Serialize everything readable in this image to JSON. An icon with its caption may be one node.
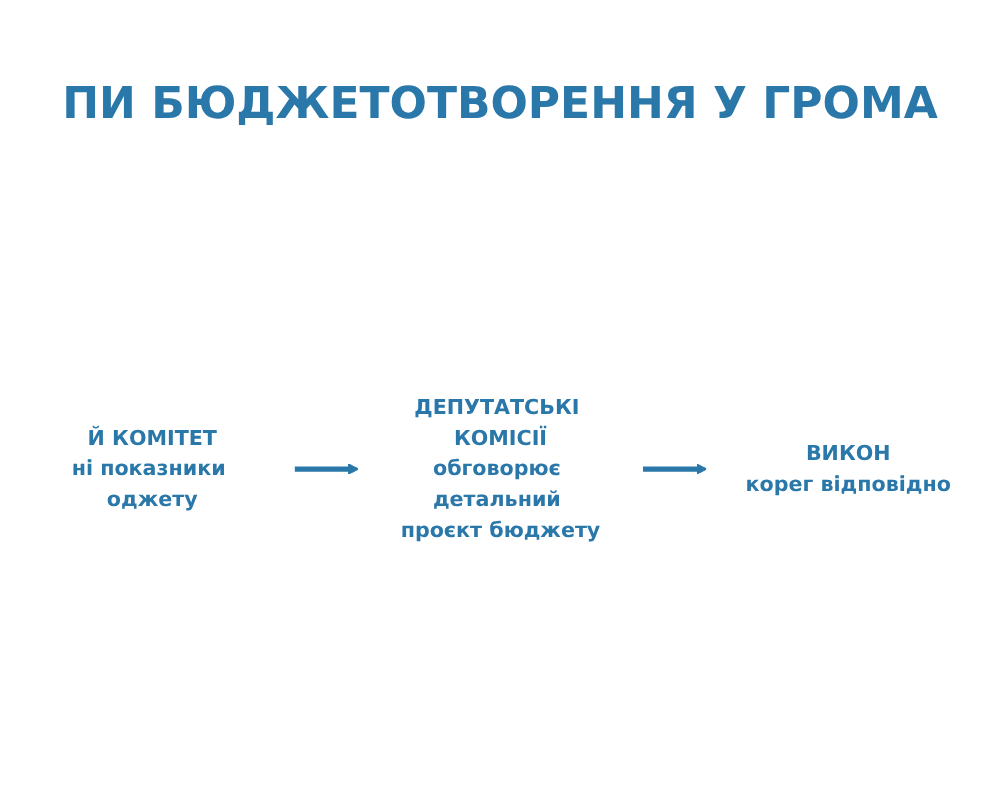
{
  "diagram": {
    "title": "ПИ БЮДЖЕТОТВОРЕННЯ У ГРОМА",
    "nodes": [
      {
        "text": [
          "Й КОМІТЕТ",
          "ні показники оджету"
        ]
      },
      {
        "text": [
          "ДЕПУТАТСЬКІ КОМІСІЇ",
          "обговорює детальний проєкт бюджету"
        ]
      },
      {
        "text": [
          "ВИКОН",
          "корег відповідно"
        ]
      }
    ],
    "edges": [
      {
        "from": 0,
        "to": 1,
        "arrow": "to"
      },
      {
        "from": 1,
        "to": 2,
        "arrow": "to"
      }
    ]
  }
}
